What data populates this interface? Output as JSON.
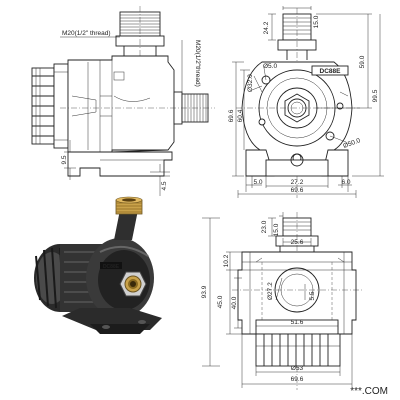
{
  "thread_labels": {
    "outlet": "M20(1/2\" thread)",
    "inlet": "M20(1/2\"thread)"
  },
  "side_view": {
    "dims": {
      "base_height": "9.5",
      "foot": "4.5"
    }
  },
  "front_view": {
    "brand": "DC88E",
    "dims": {
      "top_offset": "24.2",
      "thread_width": "15.0",
      "height_a": "59.0",
      "height_b": "99.5",
      "side_a": "69.6",
      "side_b": "60.4",
      "inner_dia": "Ø32.0",
      "hole_dia": "Ø5.0",
      "flange_dia": "Ø50.0",
      "foot_left": "5.0",
      "foot_center": "27.2",
      "foot_right": "6.0",
      "width": "69.6"
    }
  },
  "bottom_view": {
    "dims": {
      "thread_len": "23.0",
      "thread_w": "15.0",
      "thread_dia": "25.6",
      "total_height": "93.9",
      "top_gap": "10.2",
      "body_a": "45.0",
      "body_b": "40.0",
      "inner_dia": "Ø27.2",
      "small": "5.5",
      "mid_width": "51.6",
      "bottom_dia": "Ø53",
      "width": "69.6"
    }
  },
  "watermark": "***.COM"
}
